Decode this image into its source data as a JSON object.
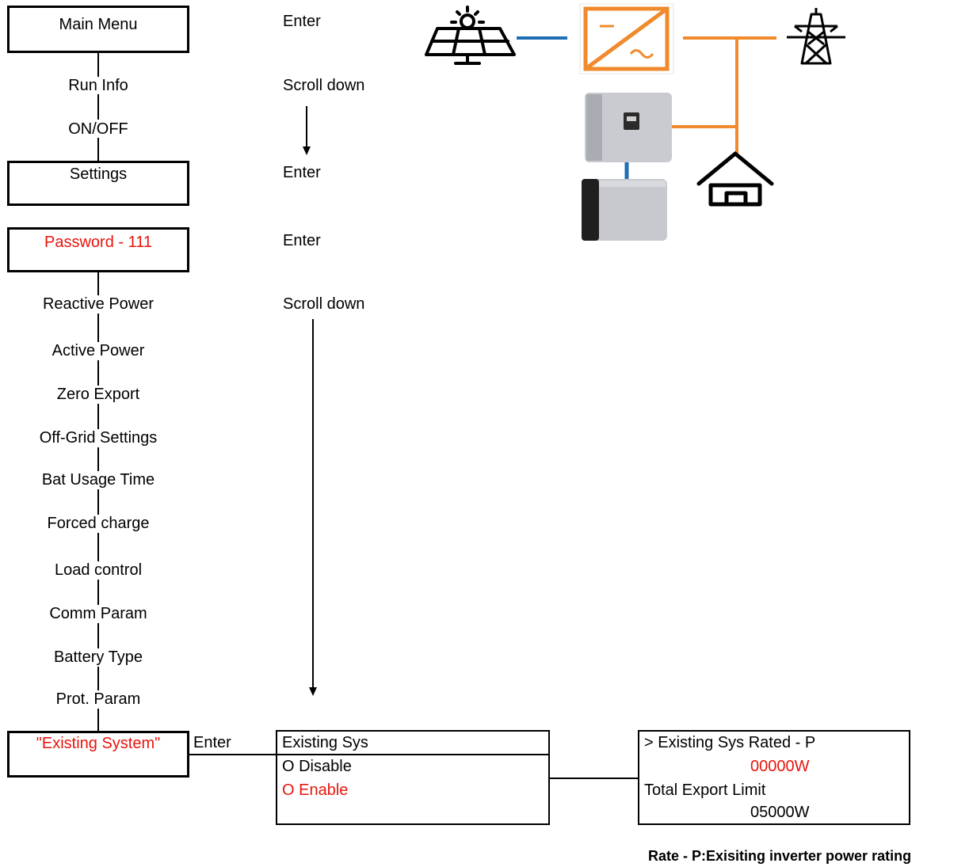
{
  "menu": {
    "main_menu": "Main Menu",
    "run_info": "Run Info",
    "on_off": "ON/OFF",
    "settings": "Settings",
    "password": "Password - 111",
    "items": [
      "Reactive Power",
      "Active Power",
      "Zero Export",
      "Off-Grid Settings",
      "Bat Usage Time",
      "Forced charge",
      "Load control",
      "Comm Param",
      "Battery Type",
      "Prot. Param"
    ],
    "existing_system": "\"Existing System\""
  },
  "actions": {
    "enter_1": "Enter",
    "scroll_1": "Scroll down",
    "enter_2": "Enter",
    "enter_3": "Enter",
    "scroll_2": "Scroll down",
    "enter_4": "Enter"
  },
  "existing_sys_panel": {
    "title": "Existing Sys",
    "option_disable": "O Disable",
    "option_enable": "O  Enable"
  },
  "rated_panel": {
    "rated_label": "> Existing Sys Rated - P",
    "rated_value": "00000W",
    "export_label": "Total Export Limit",
    "export_value": "05000W"
  },
  "footnote": "Rate - P:Exisiting inverter power rating",
  "colors": {
    "highlight": "#e8140c",
    "dc_line": "#1f6fb5",
    "ac_line": "#f08a2c"
  },
  "icons": [
    "solar-panel-icon",
    "inverter-icon",
    "transmission-tower-icon",
    "hybrid-inverter-icon",
    "battery-icon",
    "house-icon"
  ]
}
